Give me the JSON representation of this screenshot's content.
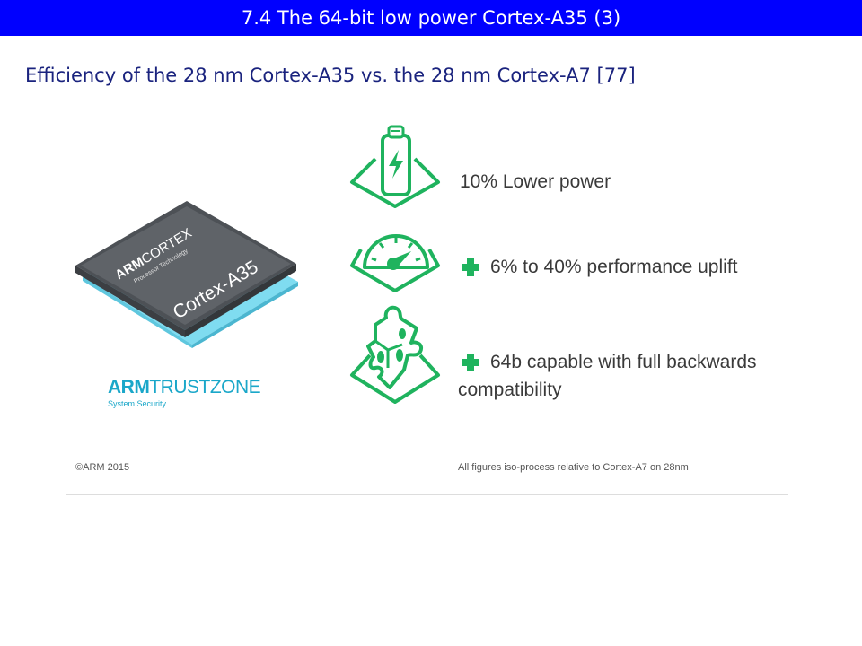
{
  "slide": {
    "title": "7.4 The 64-bit low power Cortex-A35 (3)",
    "subtitle": "Efficiency of the 28 nm Cortex-A35 vs. the 28 nm Cortex-A7 [77]"
  },
  "chip": {
    "brand_prefix": "ARM",
    "brand_suffix": "CORTEX",
    "tagline": "Processor Technology",
    "model": "Cortex-A35"
  },
  "trustzone": {
    "prefix": "ARM",
    "suffix": "TRUSTZONE",
    "caption": "System Security"
  },
  "features": [
    {
      "text": "10% Lower power",
      "icon": "battery-icon",
      "plus": false
    },
    {
      "text": "6% to 40% performance uplift",
      "icon": "speedometer-icon",
      "plus": true
    },
    {
      "text_line1": "64b capable with full backwards",
      "text_line2": "compatibility",
      "icon": "puzzle-icon",
      "plus": true
    }
  ],
  "footer": {
    "copyright": "©ARM 2015",
    "note": "All figures iso-process relative to Cortex-A7 on 28nm"
  },
  "colors": {
    "title_bar": "#0000ff",
    "accent_green": "#1fb35e",
    "chip_top": "#5a5e63",
    "chip_base": "#7fdcf0",
    "trustzone_blue": "#1aa7c9"
  }
}
